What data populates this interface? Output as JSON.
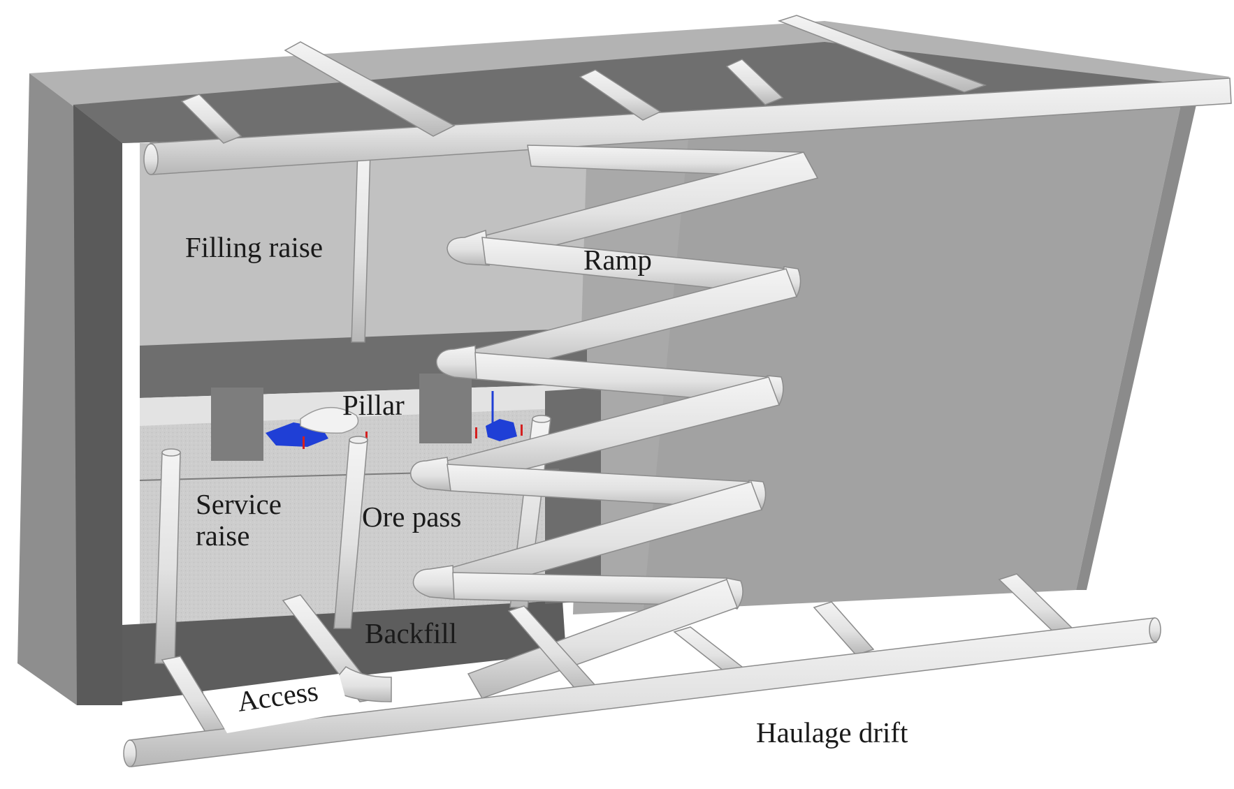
{
  "labels": {
    "filling_raise": "Filling raise",
    "ramp": "Ramp",
    "pillar": "Pillar",
    "service_raise": "Service raise",
    "ore_pass": "Ore pass",
    "backfill": "Backfill",
    "access": "Access",
    "haulage_drift": "Haulage drift"
  },
  "colors": {
    "block_front": "#9d9d9d",
    "block_side": "#8a8a8a",
    "block_top": "#b2b2b2",
    "block_dark": "#5f5f5f",
    "stope_upper": "#c3c3c3",
    "backfill_fill": "#cfcfcf",
    "pipe": "#e4e4e4",
    "pipe_edge": "#8c8c8c",
    "equipment": "#1f3fd6",
    "marker": "#d42020"
  }
}
